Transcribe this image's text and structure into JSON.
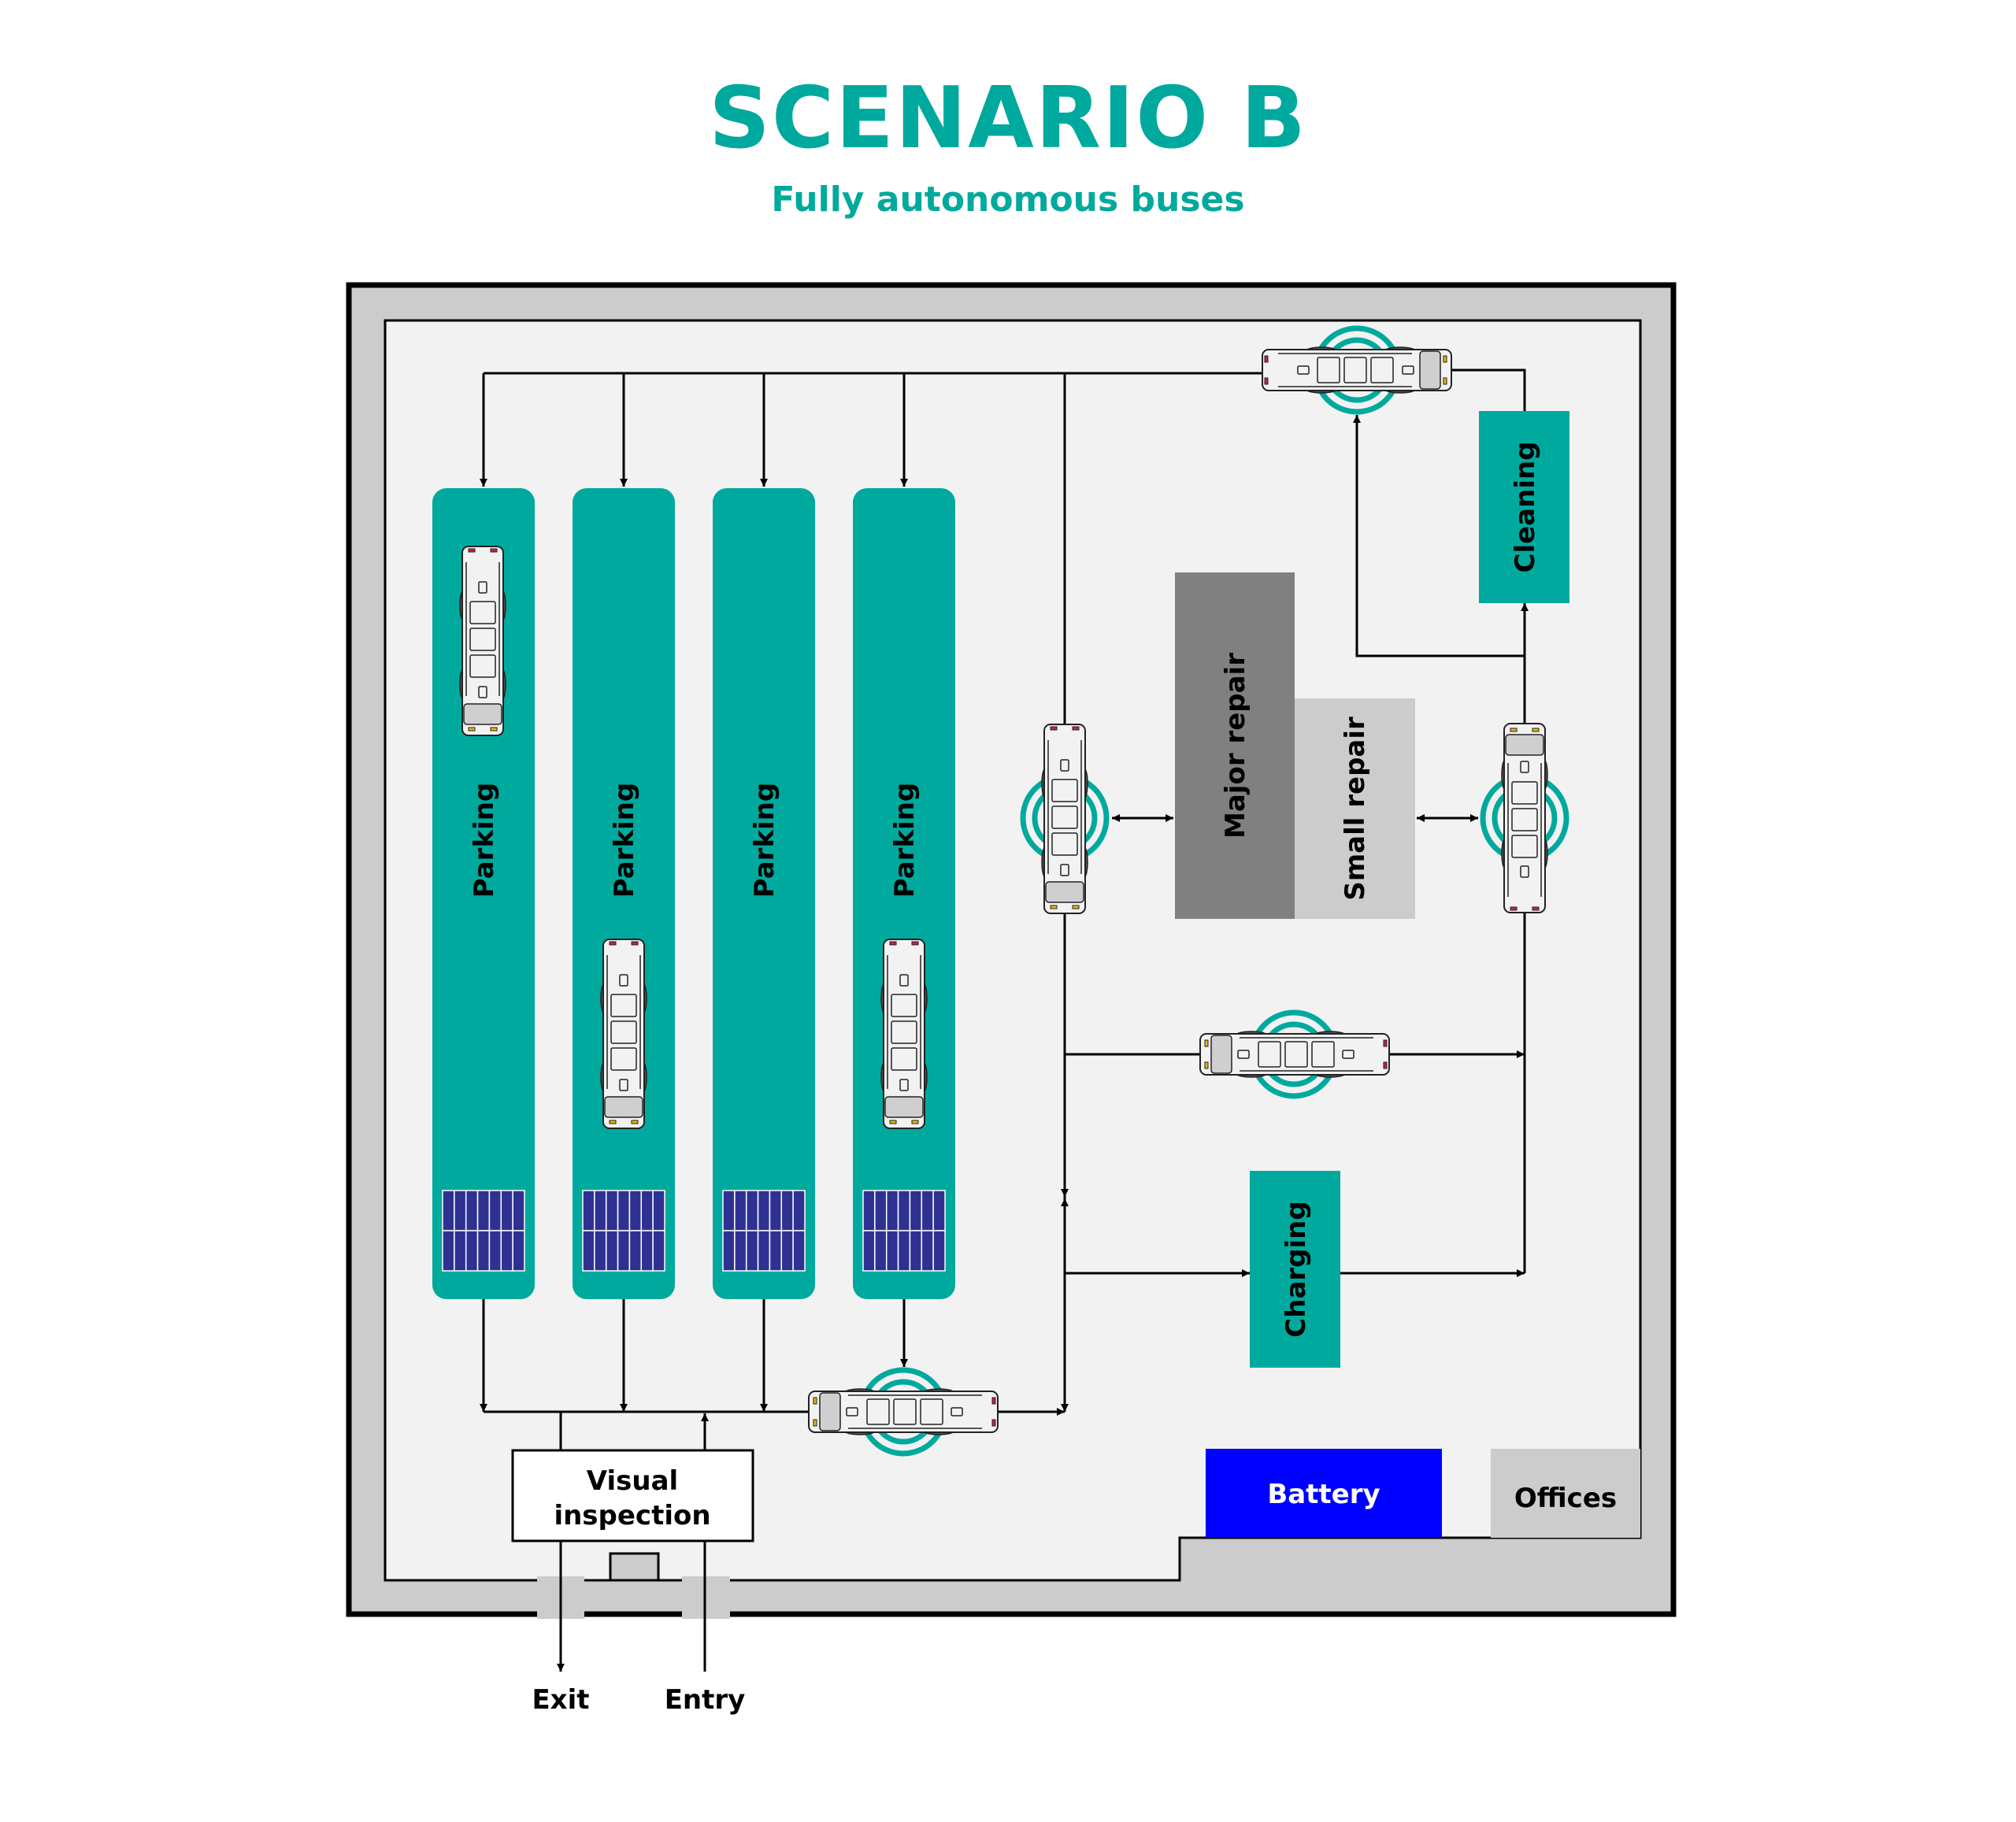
{
  "header": {
    "title": "SCENARIO B",
    "subtitle": "Fully autonomous buses"
  },
  "colors": {
    "accent": "#00a99d",
    "parking": "#00a99d",
    "major_repair": "#808080",
    "small_repair": "#cccccc",
    "battery": "#0000ff",
    "offices": "#cccccc",
    "wall": "#cccccc",
    "floor": "#f2f2f2",
    "solar": "#2e3192",
    "ink": "#000000"
  },
  "zones": {
    "parking": [
      "Parking",
      "Parking",
      "Parking",
      "Parking"
    ],
    "cleaning": "Cleaning",
    "major_repair": "Major repair",
    "small_repair": "Small repair",
    "charging": "Charging",
    "battery": "Battery",
    "offices": "Offices",
    "visual_inspection_line1": "Visual",
    "visual_inspection_line2": "inspection"
  },
  "gates": {
    "exit": "Exit",
    "entry": "Entry"
  },
  "icons": {
    "bus": "autonomous-bus-icon",
    "wireless": "wireless-signal-rings-icon",
    "solar": "solar-panel-icon",
    "arrow": "flow-arrow"
  }
}
